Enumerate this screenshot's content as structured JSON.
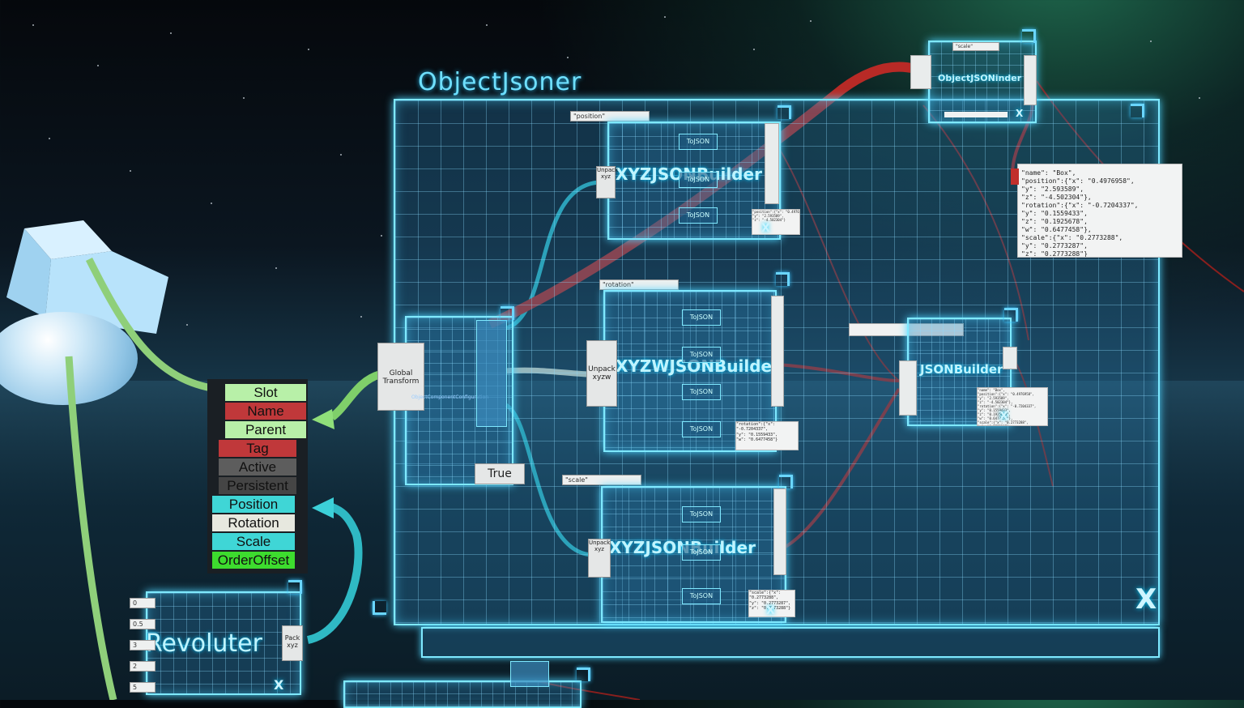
{
  "main_panel": {
    "title": "ObjectJsoner",
    "close_label": "X"
  },
  "xyz_builder_top": {
    "title": "XYZJSONBuilder",
    "key_chip": "\"position\"",
    "unpack_label": "Unpack xyz",
    "preview": "\"position\":{\"x\": \"0.4976958\",\n\"y\": \"2.593589\",\n\"z\": \"-4.502304\"}",
    "close_label": "X"
  },
  "xyzw_builder": {
    "title": "XYZWJSONBuilder",
    "key_chip": "\"rotation\"",
    "unpack_label": "Unpack xyzw",
    "preview": "\"rotation\":{\"x\":\n\"-0.7204337\",\n\"y\": \"0.1559433\",\n\"w\": \"0.6477458\"}",
    "close_label": "X"
  },
  "xyz_builder_bottom": {
    "title": "XYZJSONBuilder",
    "key_chip": "\"scale\"",
    "unpack_label": "Unpack xyz",
    "preview": "\"scale\":{\"x\":\n\"0.2773288\",\n\"y\": \"0.2773287\",\n\"z\": \"0.2773288\"}",
    "close_label": "X"
  },
  "tojson_label": "ToJSON",
  "global_transform_label": "Global Transform",
  "object_component_label": "ObjectComponentConfiguration",
  "true_node_label": "True",
  "json_builder": {
    "title": "JSONBuilder",
    "close_label": "X"
  },
  "object_json_inder": {
    "title": "ObjectJSONinder",
    "key_chip": "\"scale\"",
    "close_label": "X"
  },
  "json_output": "\"name\": \"Box\",\n\"position\":{\"x\": \"0.4976958\",\n\"y\": \"2.593589\",\n\"z\": \"-4.502304\"},\n\"rotation\":{\"x\": \"-0.7204337\",\n\"y\": \"0.1559433\",\n\"z\": \"0.1925678\",\n\"w\": \"0.6477458\"},\n\"scale\":{\"x\": \"0.2773288\",\n\"y\": \"0.2773287\",\n\"z\": \"0.2773288\"}",
  "slot_inspector": {
    "items": [
      {
        "label": "Slot",
        "color": "#b8f0a8"
      },
      {
        "label": "Name",
        "color": "#c0383a"
      },
      {
        "label": "Parent",
        "color": "#b8f0a8"
      },
      {
        "label": "Tag",
        "color": "#c0383a"
      },
      {
        "label": "Active",
        "color": "#5d5d5d"
      },
      {
        "label": "Persistent",
        "color": "#454545"
      },
      {
        "label": "Position",
        "color": "#3fd6d6"
      },
      {
        "label": "Rotation",
        "color": "#e7e8df"
      },
      {
        "label": "Scale",
        "color": "#3fd6d6"
      },
      {
        "label": "OrderOffset",
        "color": "#3ddc2e"
      }
    ]
  },
  "revoluter": {
    "title": "Revoluter",
    "pack_label": "Pack xyz",
    "inputs": [
      "0",
      "0.5",
      "3",
      "2",
      "5"
    ],
    "close_label": "X"
  }
}
